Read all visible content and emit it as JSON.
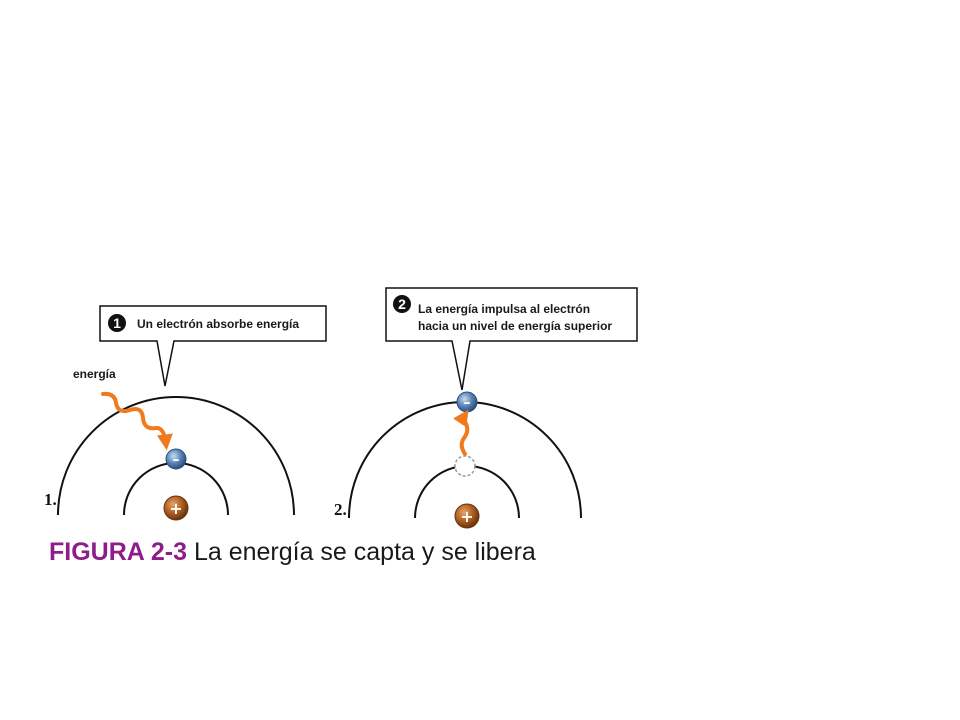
{
  "panel1": {
    "step": "1",
    "callout": "Un electrón absorbe energía",
    "energy_label": "energía",
    "panel_number": "1.",
    "electron_sign": "–",
    "nucleus_sign": "+"
  },
  "panel2": {
    "step": "2",
    "callout_line1": "La energía impulsa al electrón",
    "callout_line2": "hacia un nivel de energía superior",
    "panel_number": "2.",
    "electron_sign": "–",
    "nucleus_sign": "+"
  },
  "caption": {
    "figure": "FIGURA 2-3",
    "text": "La energía se capta y se libera"
  },
  "colors": {
    "caption_figure": "#8e1c8a",
    "arrow": "#f07b1f",
    "electron": "#5b86b8",
    "nucleus": "#a4541c",
    "orbit": "#111111"
  }
}
